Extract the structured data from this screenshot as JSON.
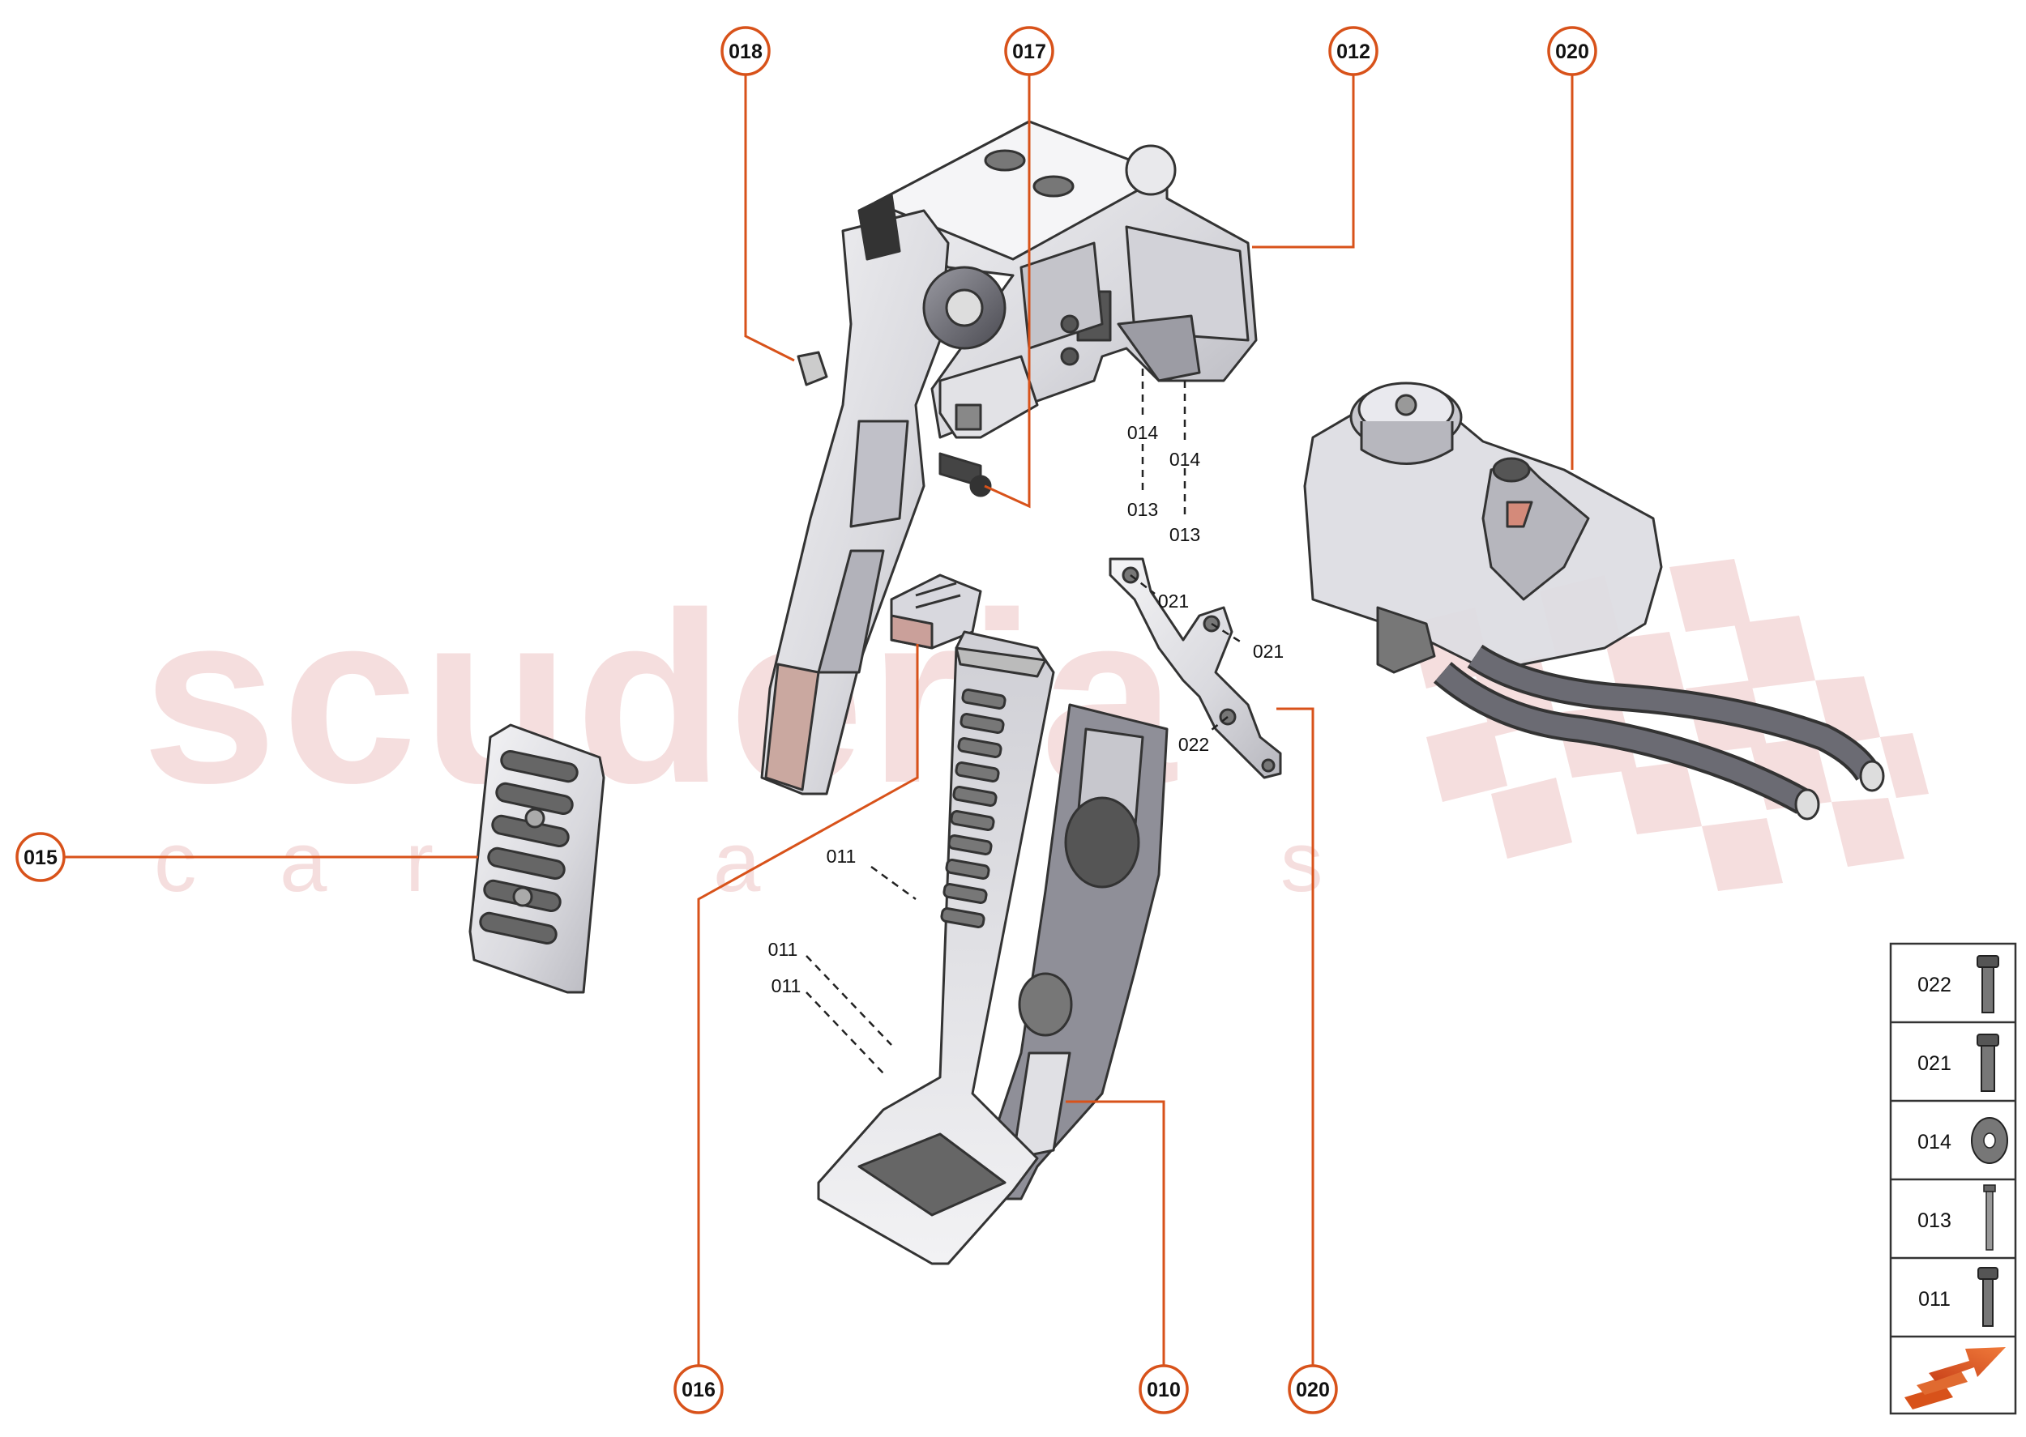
{
  "watermark": {
    "brand": "scuderia",
    "sub": [
      "c",
      "a",
      "r",
      "p",
      "a",
      "r",
      "t",
      "s"
    ]
  },
  "colors": {
    "accent": "#d8521a",
    "watermark": "#f2d3d3",
    "part_fill": "#e6e6ea",
    "part_stroke": "#444444"
  },
  "callouts": {
    "c018": "018",
    "c017": "017",
    "c012": "012",
    "c020_top": "020",
    "c015": "015",
    "c016": "016",
    "c010": "010",
    "c020_bottom": "020"
  },
  "part_labels": {
    "l014a": "014",
    "l013a": "013",
    "l014b": "014",
    "l013b": "013",
    "l021a": "021",
    "l021b": "021",
    "l022": "022",
    "l011a": "011",
    "l011b": "011",
    "l011c": "011"
  },
  "legend": {
    "rows": [
      {
        "code": "022",
        "icon": "flange-bolt-icon"
      },
      {
        "code": "021",
        "icon": "flange-bolt-icon"
      },
      {
        "code": "014",
        "icon": "washer-icon"
      },
      {
        "code": "013",
        "icon": "long-screw-icon"
      },
      {
        "code": "011",
        "icon": "flange-bolt-icon"
      }
    ],
    "nav_icon": "next-arrow-icon"
  }
}
